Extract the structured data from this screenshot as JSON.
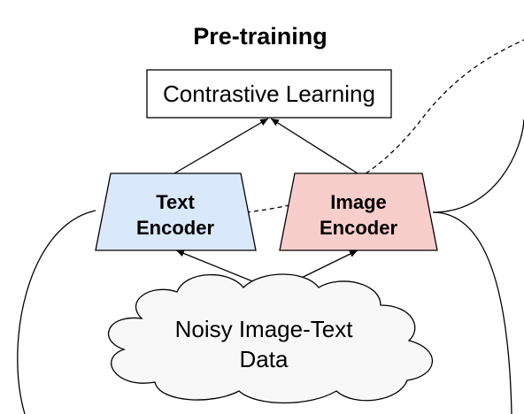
{
  "title": "Pre-training",
  "contrastive_box": {
    "label": "Contrastive Learning"
  },
  "text_encoder": {
    "line1": "Text",
    "line2": "Encoder",
    "fill": "#dae8fc"
  },
  "image_encoder": {
    "line1": "Image",
    "line2": "Encoder",
    "fill": "#f8cecc"
  },
  "data_cloud": {
    "line1": "Noisy Image-Text",
    "line2": "Data"
  }
}
